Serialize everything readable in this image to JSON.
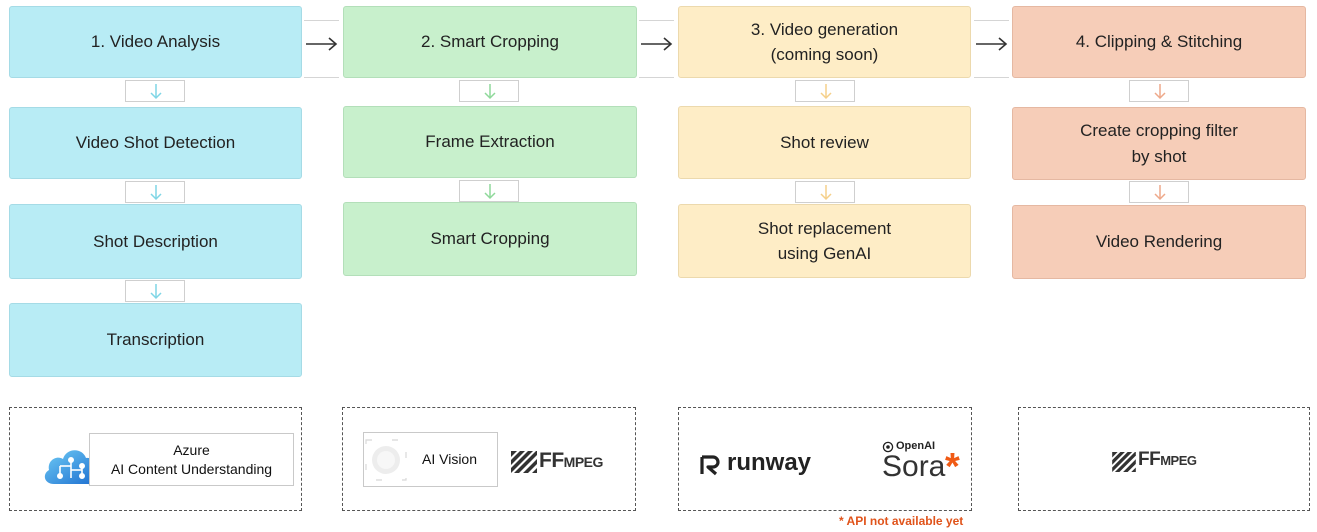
{
  "columns": [
    {
      "header": "1. Video Analysis",
      "steps": [
        "Video Shot Detection",
        "Shot Description",
        "Transcription"
      ]
    },
    {
      "header": "2. Smart Cropping",
      "steps": [
        "Frame Extraction",
        "Smart Cropping"
      ]
    },
    {
      "header": "3. Video generation\n(coming soon)",
      "steps": [
        "Shot review",
        "Shot replacement\nusing GenAI"
      ]
    },
    {
      "header": "4. Clipping & Stitching",
      "steps": [
        "Create cropping filter\nby shot",
        "Video Rendering"
      ]
    }
  ],
  "colors": {
    "analysis": "#b8ecf5",
    "cropping": "#c8f0cc",
    "generation": "#feedc6",
    "stitching": "#f6cdb8",
    "arrow_analysis": "#7fd6e6",
    "arrow_cropping": "#8fd99a",
    "arrow_generation": "#f5d08a",
    "arrow_stitching": "#eea98a",
    "note": "#e0531a"
  },
  "tools": {
    "azure_label": "Azure\nAI Content Understanding",
    "ai_vision_label": "AI Vision",
    "ffmpeg_ff": "FF",
    "ffmpeg_mpeg": "MPEG",
    "runway_label": "runway",
    "openai_label": "OpenAI",
    "sora_label": "Sora",
    "sora_star": "*"
  },
  "note": "* API not available yet"
}
